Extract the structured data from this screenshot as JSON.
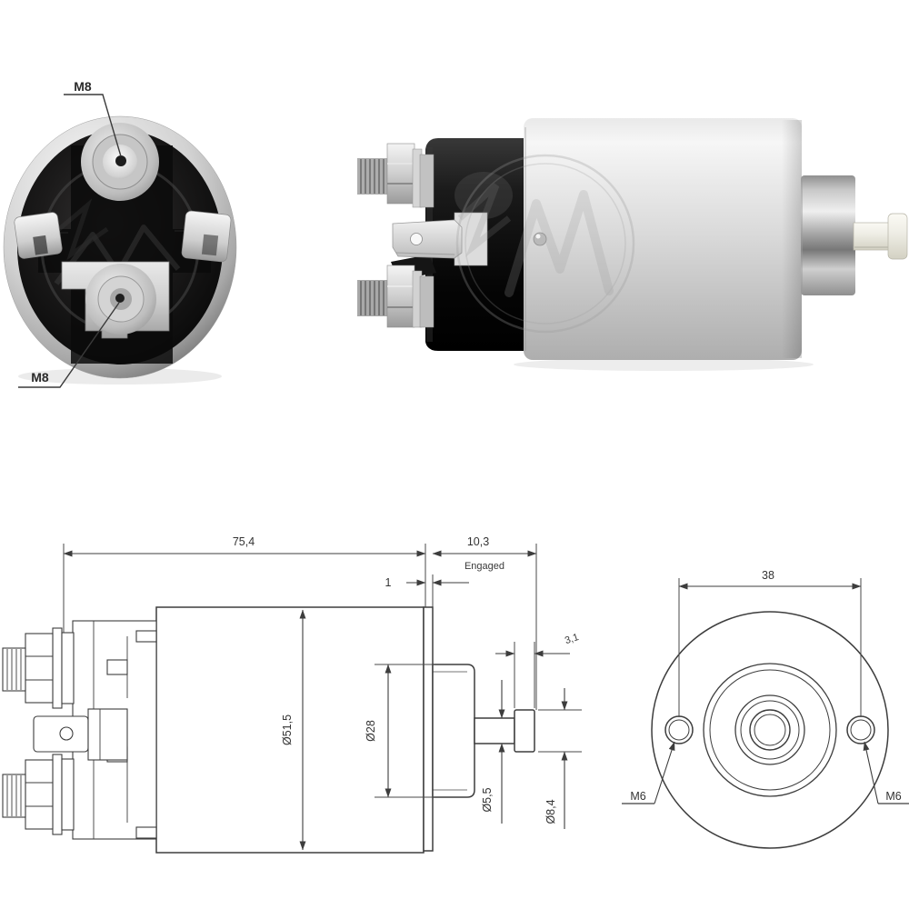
{
  "product": {
    "type": "starter-solenoid-switch",
    "views": [
      "terminal-end-photo",
      "side-photo",
      "side-dimension-drawing",
      "front-dimension-drawing"
    ]
  },
  "photos": {
    "end_view": {
      "terminal_top_label": "M8",
      "terminal_bottom_label": "M8"
    },
    "side_view": {
      "watermark_icon": "zm-logo"
    }
  },
  "drawings": {
    "side_view": {
      "overall_length": "75,4",
      "engaged_length": "10,3",
      "engaged_label": "Engaged",
      "flange_thickness": "1",
      "body_diameter": "Ø51,5",
      "nose_diameter": "Ø28",
      "shaft_diameter": "Ø5,5",
      "pin_diameter": "Ø8,4",
      "pin_tip_length": "3,1"
    },
    "front_view": {
      "hole_spacing": "38",
      "hole_left_label": "M6",
      "hole_right_label": "M6"
    }
  },
  "colors": {
    "background": "#ffffff",
    "drawing_line": "#3d3d3d",
    "dim_text": "#333333",
    "cap_black": "#121212",
    "metal_light": "#f2f2f2",
    "metal_mid": "#c4c4c4",
    "metal_dark": "#8a8a8a",
    "pin_ivory": "#efeee4"
  }
}
